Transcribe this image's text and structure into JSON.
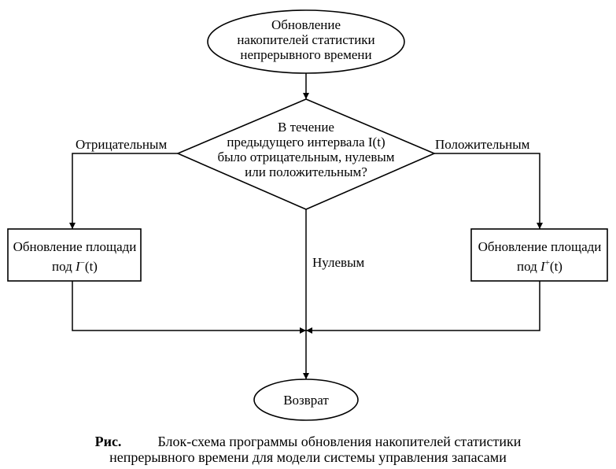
{
  "diagram": {
    "start": {
      "lines": [
        "Обновление",
        "накопителей статистики",
        "непрерывного времени"
      ]
    },
    "decision": {
      "lines": [
        "В течение",
        "предыдущего интервала I(t)",
        "было отрицательным, нулевым",
        "или положительным?"
      ]
    },
    "branch_negative_label": "Отрицательным",
    "branch_positive_label": "Положительным",
    "branch_zero_label": "Нулевым",
    "process_negative": {
      "line1": "Обновление площади",
      "line2_prefix": "под ",
      "line2_var": "I",
      "line2_sup": "−",
      "line2_arg": "(t)"
    },
    "process_positive": {
      "line1": "Обновление площади",
      "line2_prefix": "под ",
      "line2_var": "I",
      "line2_sup": "+",
      "line2_arg": "(t)"
    },
    "end_label": "Возврат"
  },
  "caption": {
    "label": "Рис.",
    "line1": "Блок-схема программы обновления накопителей статистики",
    "line2": "непрерывного времени для модели системы управления запасами"
  }
}
